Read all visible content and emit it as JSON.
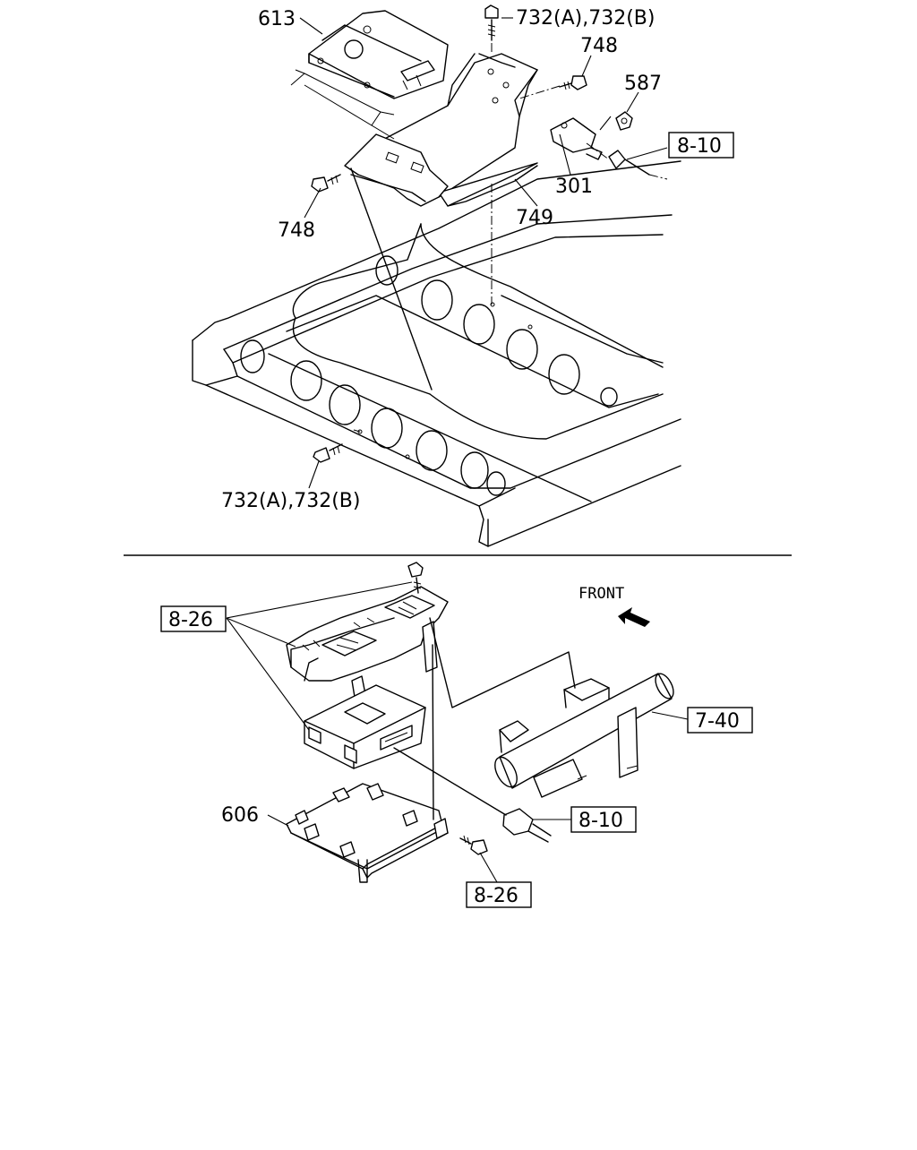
{
  "labels": {
    "p613": "613",
    "p732_top": "732(A),732(B)",
    "p748_top": "748",
    "p587": "587",
    "p301": "301",
    "p749": "749",
    "p748_left": "748",
    "p732_bottom": "732(A),732(B)",
    "p606": "606",
    "front": "FRONT"
  },
  "refs": {
    "r810_top": "8-10",
    "r826_left": "8-26",
    "r740": "7-40",
    "r810_bottom": "8-10",
    "r826_bottom": "8-26"
  }
}
